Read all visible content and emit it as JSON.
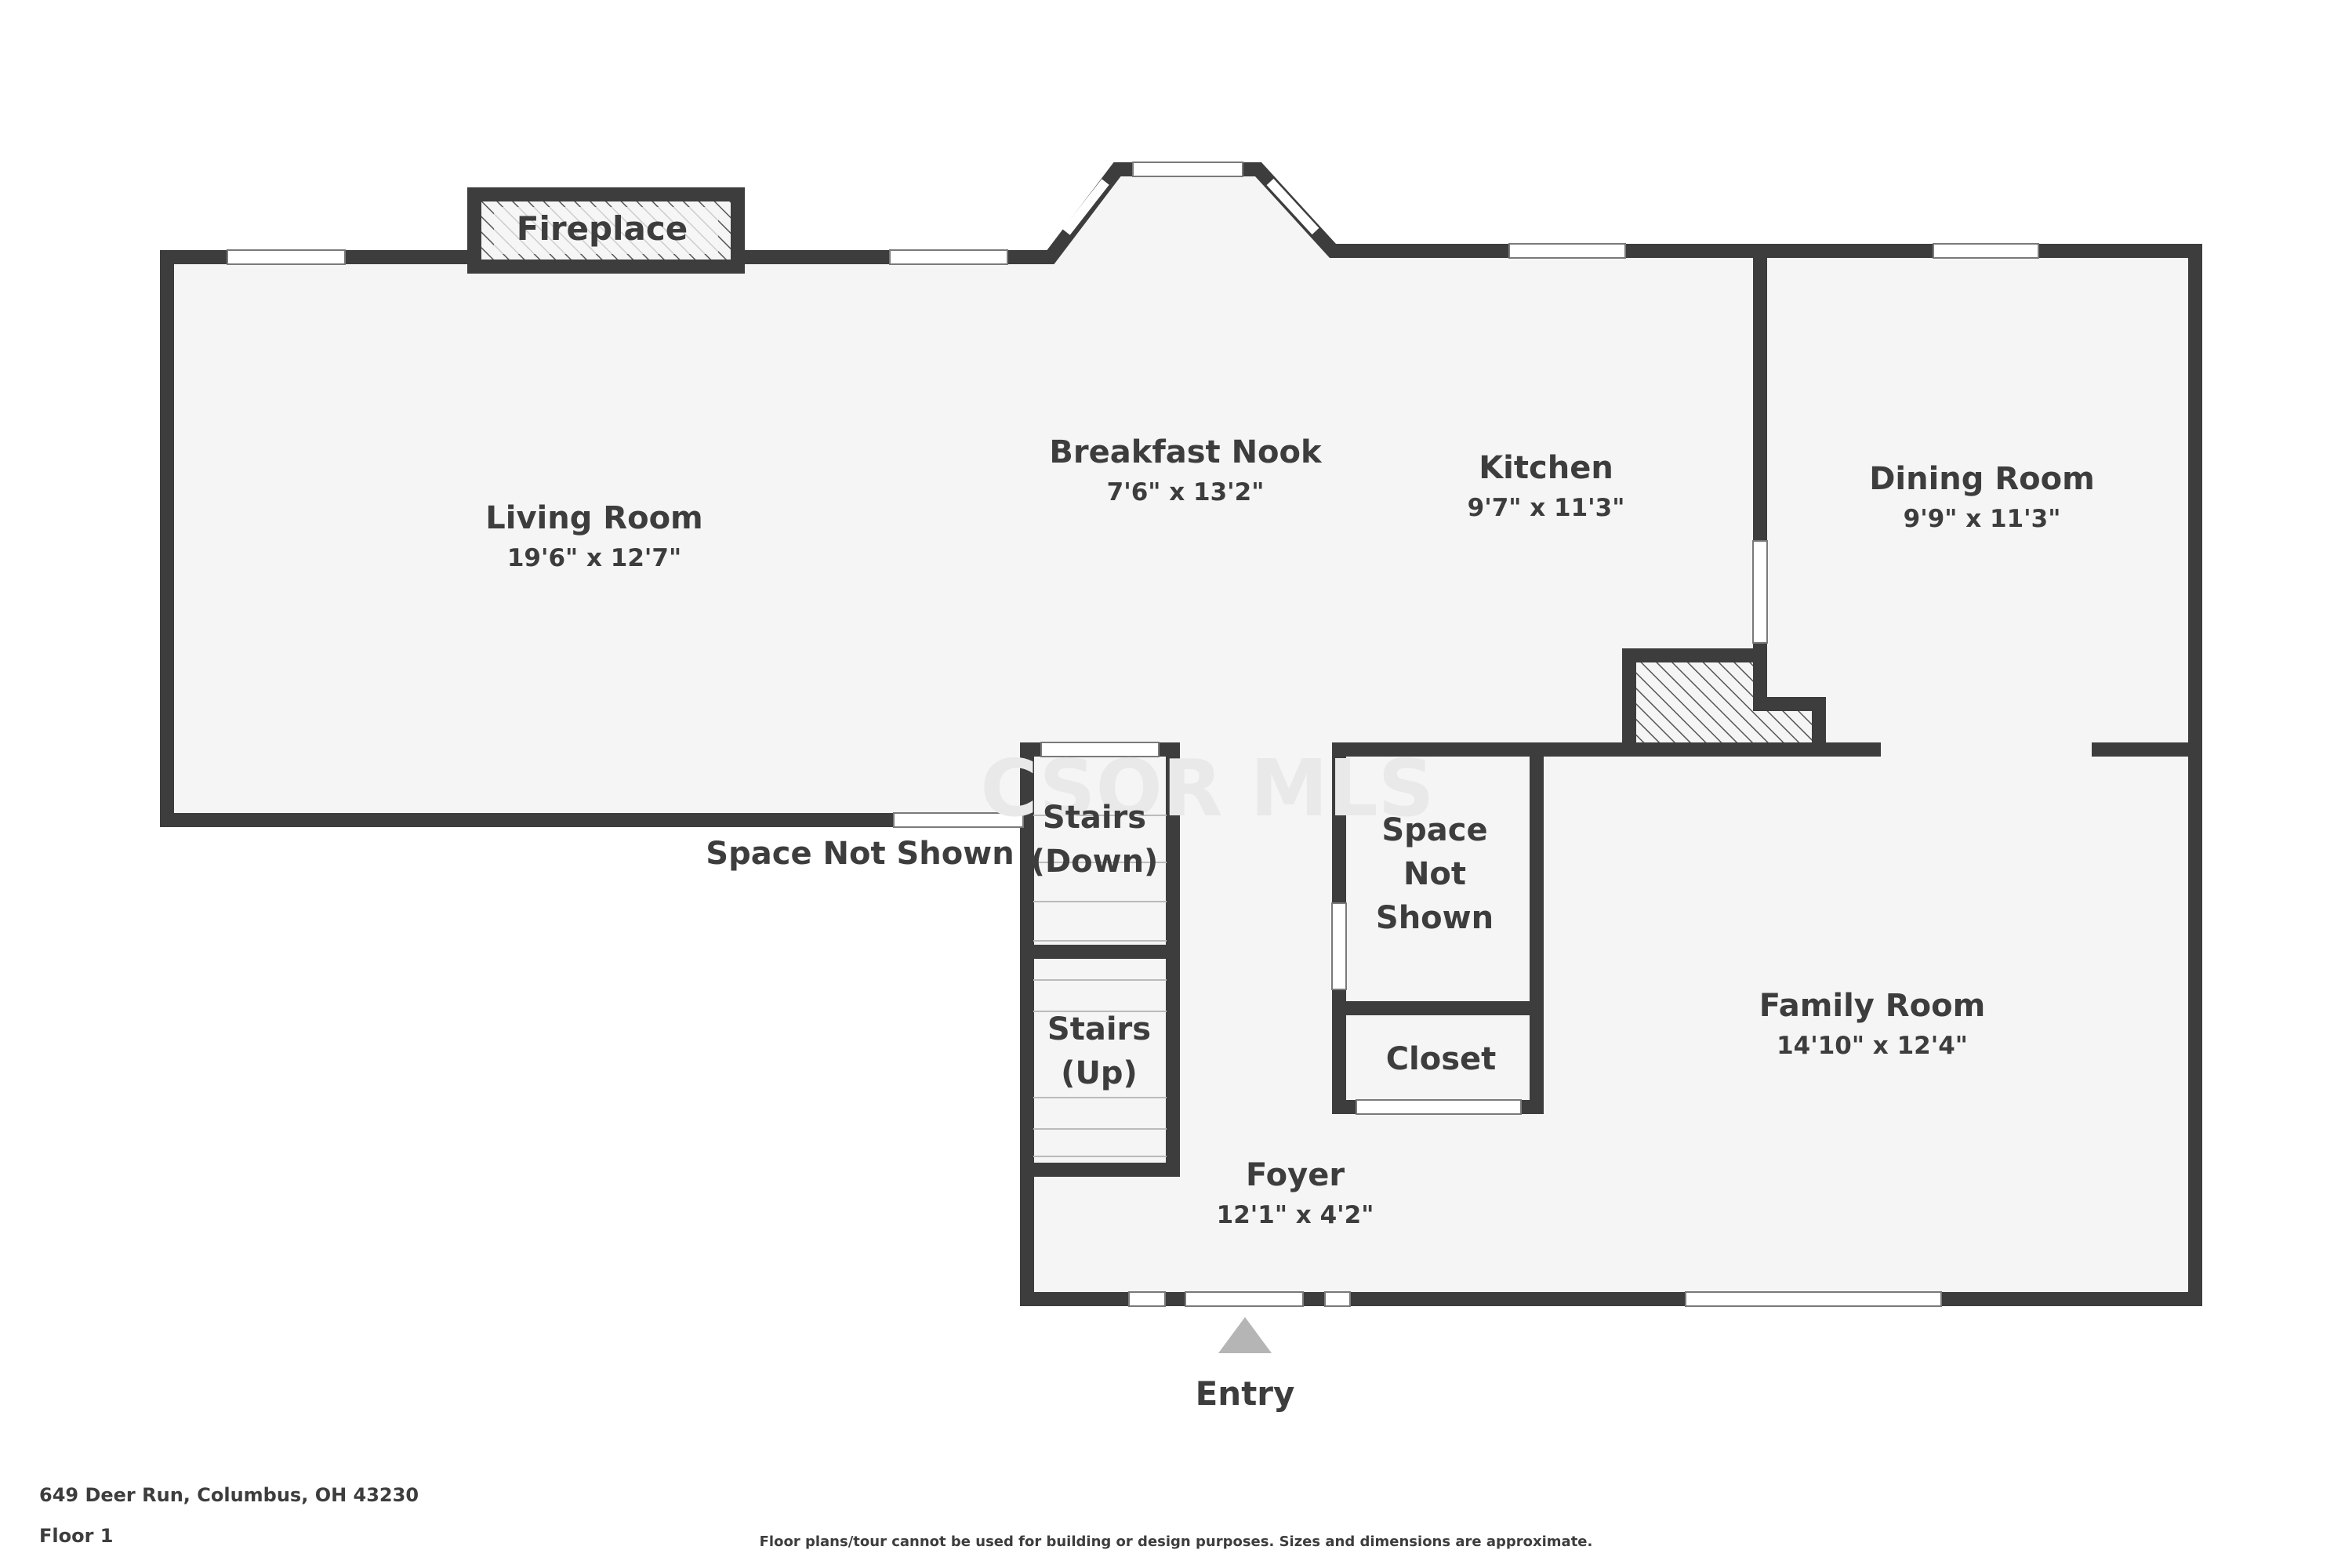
{
  "rooms": {
    "living": {
      "name": "Living Room",
      "dims": "19'6\" x 12'7\""
    },
    "breakfast": {
      "name": "Breakfast Nook",
      "dims": "7'6\" x 13'2\""
    },
    "kitchen": {
      "name": "Kitchen",
      "dims": "9'7\" x 11'3\""
    },
    "dining": {
      "name": "Dining Room",
      "dims": "9'9\" x 11'3\""
    },
    "family": {
      "name": "Family Room",
      "dims": "14'10\" x 12'4\""
    },
    "foyer": {
      "name": "Foyer",
      "dims": "12'1\" x 4'2\""
    }
  },
  "labels": {
    "fireplace": "Fireplace",
    "space_not_shown_left": "Space Not Shown",
    "space_not_shown_center": [
      "Space",
      "Not",
      "Shown"
    ],
    "stairs_down": [
      "Stairs",
      "(Down)"
    ],
    "stairs_up": [
      "Stairs",
      "(Up)"
    ],
    "closet": "Closet",
    "entry": "Entry",
    "watermark": "CSOR MLS"
  },
  "footer": {
    "address": "649 Deer Run, Columbus, OH 43230",
    "floor": "Floor 1",
    "disclaimer": "Floor plans/tour cannot be used for building or design purposes. Sizes and dimensions are approximate."
  },
  "colors": {
    "wall": "#3d3d3d",
    "floor": "#f5f5f5",
    "window_frame": "#7a7a7a",
    "entry_arrow": "#b5b5b5"
  }
}
